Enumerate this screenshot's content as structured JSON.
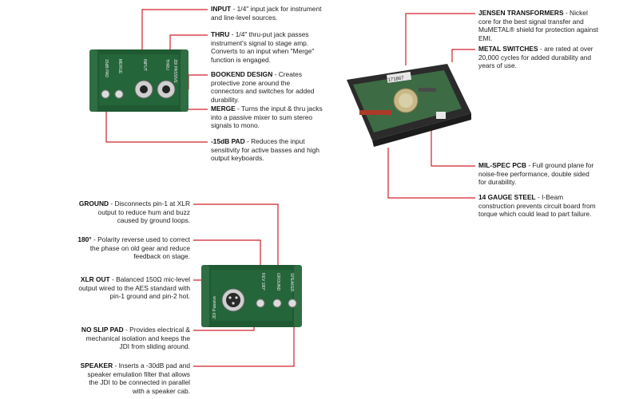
{
  "colors": {
    "line": "#d0202a",
    "body_green": "#1f5a32",
    "accent": "#3a7a4a"
  },
  "top_left": [
    {
      "key": "input",
      "title": "INPUT",
      "text": "1/4\" input jack for instrument and line-level sources."
    },
    {
      "key": "thru",
      "title": "THRU",
      "text": "1/4\" thru-put jack passes instrument's signal to stage amp. Converts to an input when \"Merge\" function is engaged."
    },
    {
      "key": "bookend",
      "title": "BOOKEND DESIGN",
      "text": "Creates protective zone around the connectors and switches for added durability."
    },
    {
      "key": "merge",
      "title": "MERGE",
      "text": "Turns the input & thru jacks into a passive mixer to sum stereo signals to mono."
    },
    {
      "key": "pad",
      "title": "-15dB PAD",
      "text": "Reduces the input sensitivity for active basses and high output keyboards."
    }
  ],
  "top_right": [
    {
      "key": "jensen",
      "title": "JENSEN TRANSFORMERS",
      "text": "Nickel core for the best signal transfer and MuMETAL® shield for protection against EMI."
    },
    {
      "key": "metal",
      "title": "METAL SWITCHES",
      "text": "are rated at over 20,000 cycles for added durability and years of use."
    },
    {
      "key": "milspec",
      "title": "MIL-SPEC PCB",
      "text": "Full ground plane for noise-free performance, double sided for durability."
    },
    {
      "key": "steel",
      "title": "14 GAUGE STEEL",
      "text": "I-Beam construction prevents circuit board from torque which could lead to part failure."
    }
  ],
  "bottom_left": [
    {
      "key": "ground",
      "title": "GROUND",
      "text": "Disconnects pin-1 at XLR output to reduce hum and buzz caused by ground loops."
    },
    {
      "key": "polarity",
      "title": "180°",
      "text": "Polarity reverse used to correct the phase on old gear and reduce feedback on stage."
    },
    {
      "key": "xlr",
      "title": "XLR OUT",
      "text": "Balanced 150Ω mic-level output wired to the AES standard with pin-1 ground and pin-2 hot."
    },
    {
      "key": "noslip",
      "title": "NO SLIP PAD",
      "text": "Provides electrical & mechanical isolation and keeps the JDI from sliding around."
    },
    {
      "key": "speaker",
      "title": "SPEAKER",
      "text": "Inserts a -30dB pad and speaker emulation filter that allows the JDI to be connected in parallel with a speaker cab."
    }
  ],
  "device_labels": {
    "pad": "15dB PAD",
    "merge": "MERGE",
    "input": "INPUT",
    "thru": "THRU",
    "brand_top": "JDI PASSIVE",
    "rev": "REV 180°",
    "ground": "GROUND",
    "speaker": "SPEAKER",
    "brand_bottom": "JDI Passive",
    "serial": "171867"
  }
}
